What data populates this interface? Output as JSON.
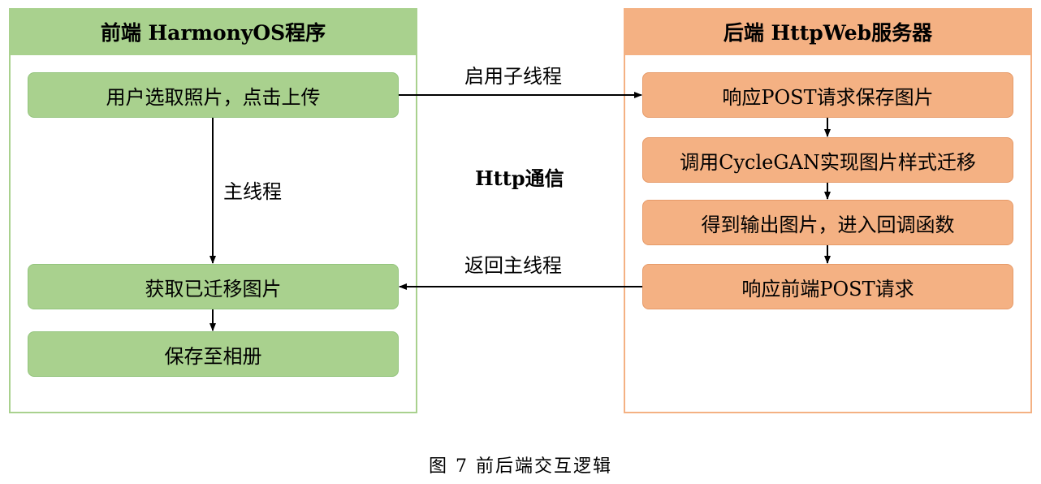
{
  "front": {
    "title": "前端  HarmonyOS程序",
    "steps": [
      "用户选取照片，点击上传",
      "获取已迁移图片",
      "保存至相册"
    ],
    "thread_label": "主线程"
  },
  "back": {
    "title": "后端  HttpWeb服务器",
    "steps": [
      "响应POST请求保存图片",
      "调用CycleGAN实现图片样式迁移",
      "得到输出图片，进入回调函数",
      "响应前端POST请求"
    ]
  },
  "links": {
    "request_label": "启用子线程",
    "middle_label": "Http通信",
    "return_label": "返回主线程"
  },
  "caption": "图 7  前后端交互逻辑",
  "colors": {
    "front": "#a9d18e",
    "back": "#f4b183"
  }
}
